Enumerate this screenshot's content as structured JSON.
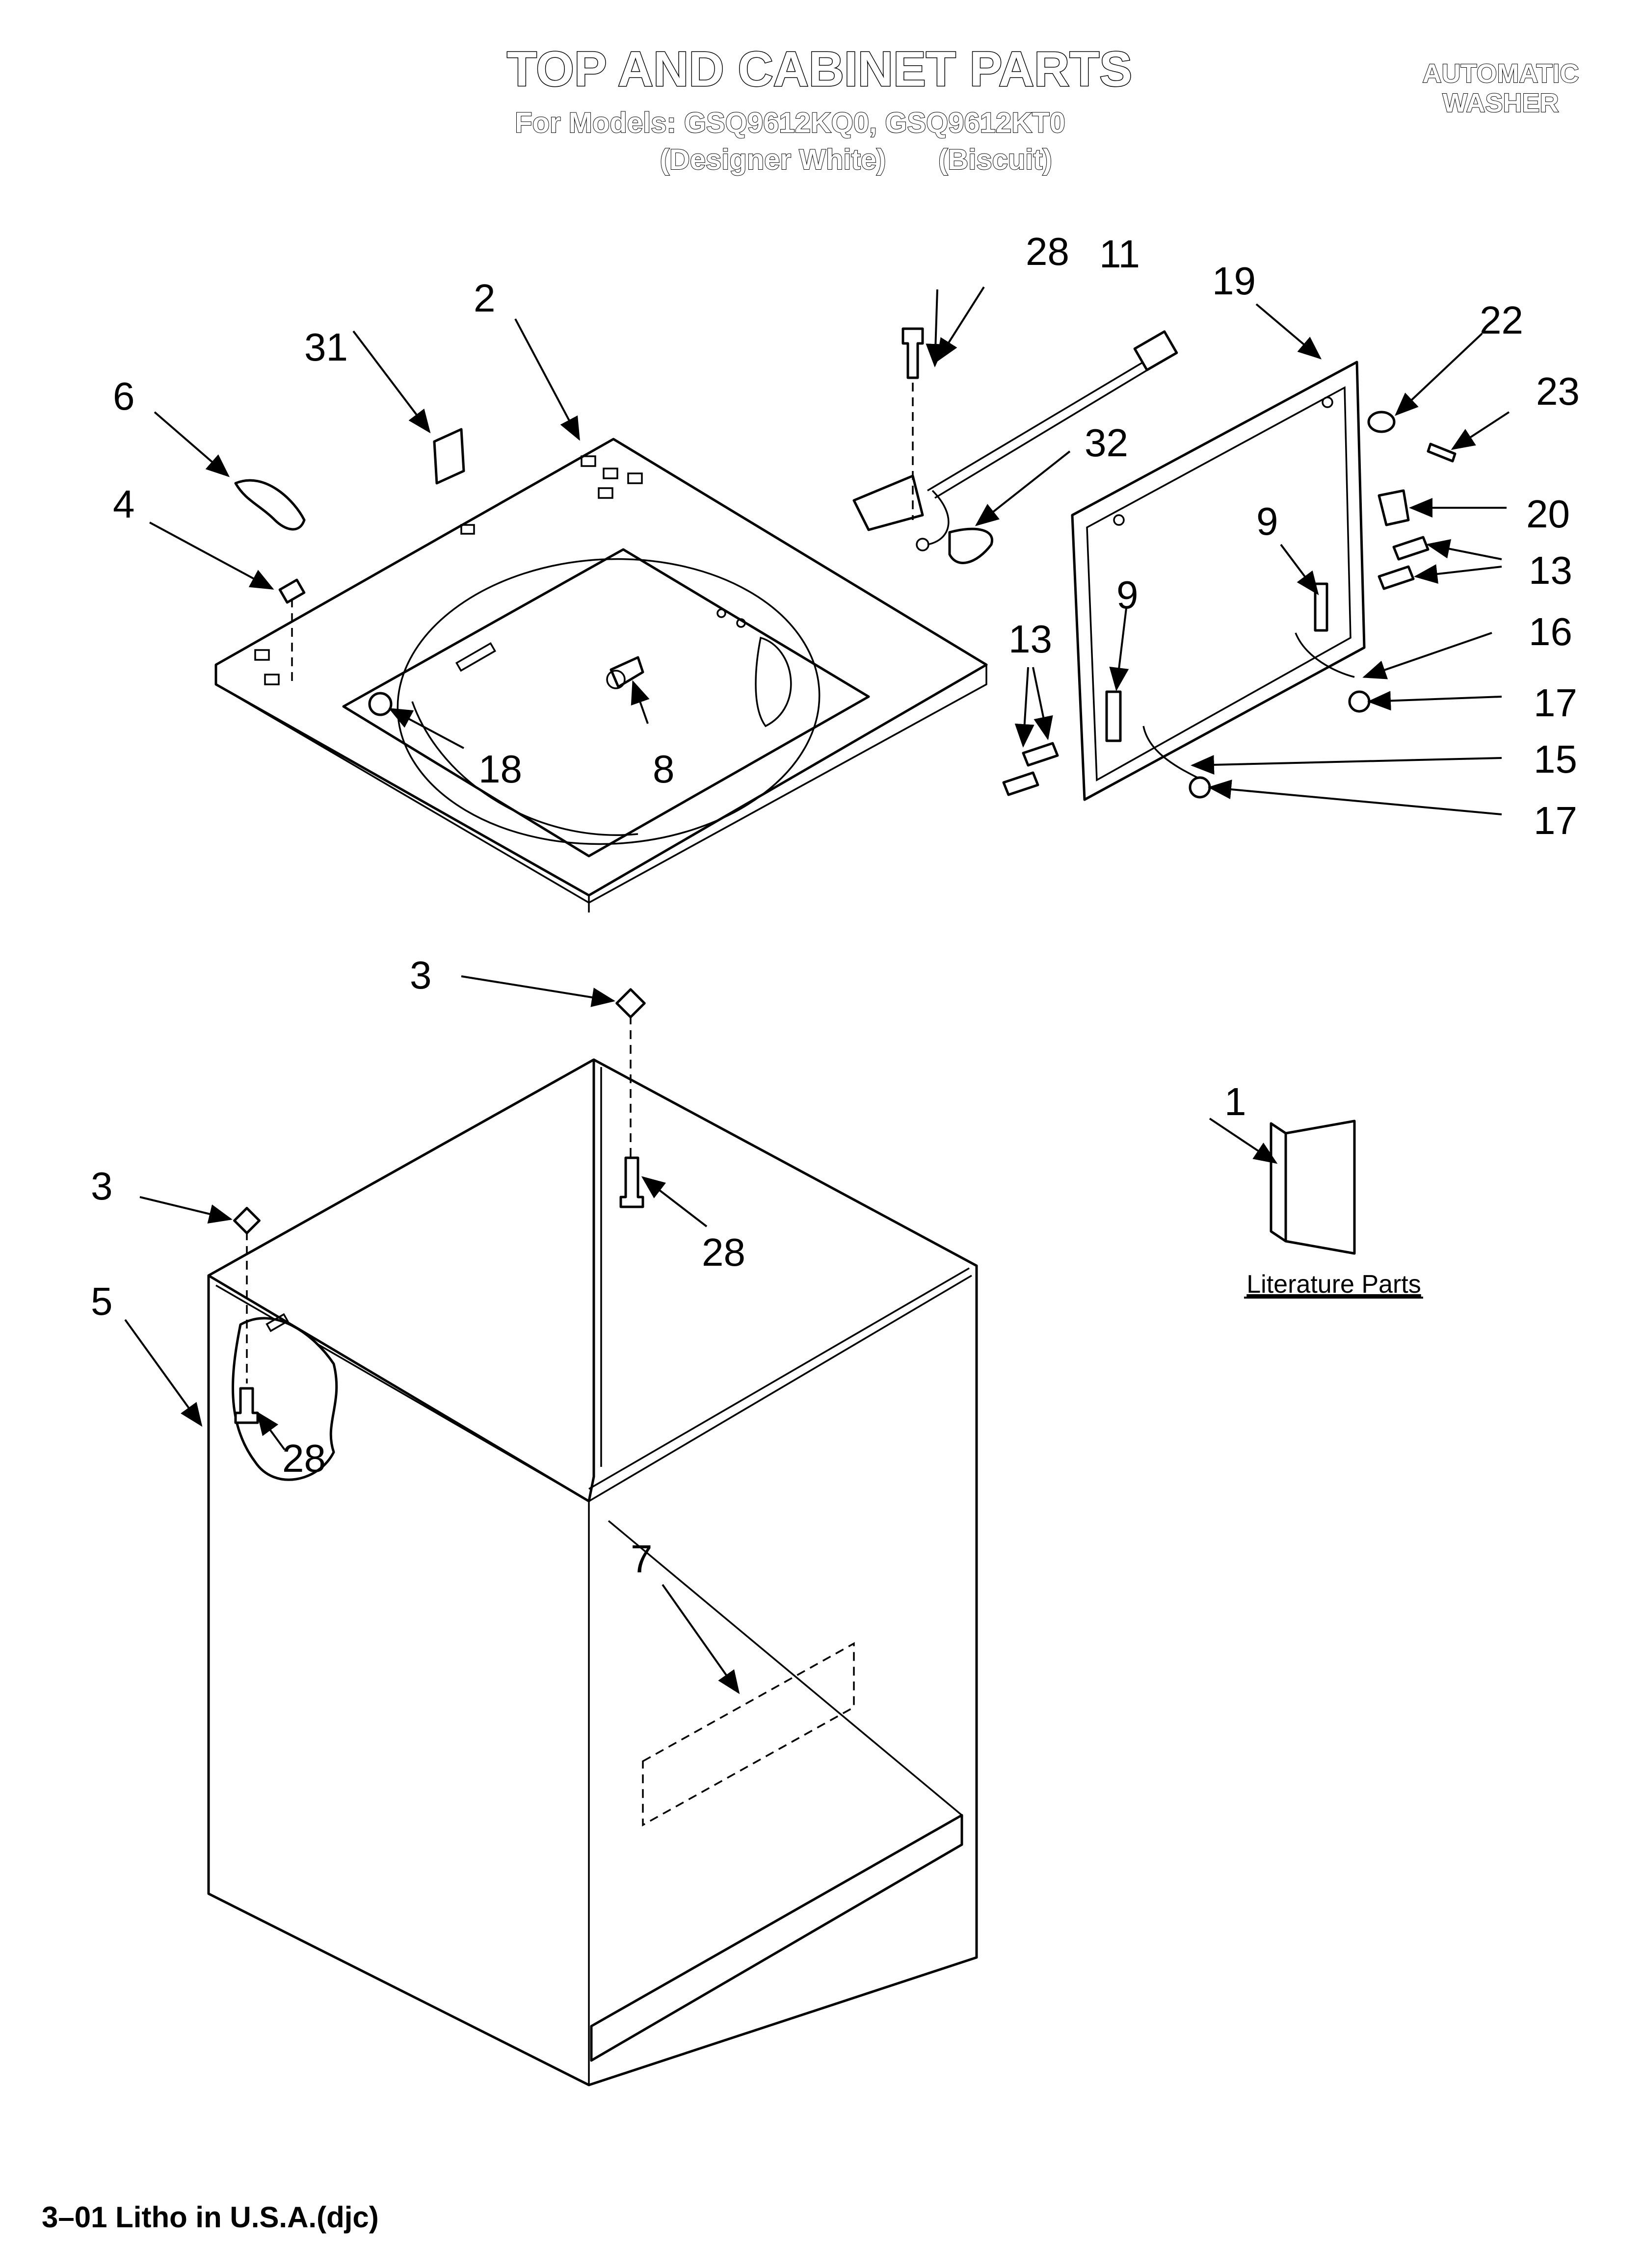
{
  "header": {
    "title": "TOP AND CABINET PARTS",
    "models_line": "For Models: GSQ9612KQ0, GSQ9612KT0",
    "colors_line_1": "(Designer White)",
    "colors_line_2": "(Biscuit)",
    "product_line_1": "AUTOMATIC",
    "product_line_2": "WASHER"
  },
  "callouts": {
    "c1": "1",
    "c2": "2",
    "c3a": "3",
    "c3b": "3",
    "c4": "4",
    "c5": "5",
    "c6": "6",
    "c7": "7",
    "c8": "8",
    "c9a": "9",
    "c9b": "9",
    "c11": "11",
    "c13a": "13",
    "c13b": "13",
    "c15": "15",
    "c16": "16",
    "c17a": "17",
    "c17b": "17",
    "c18": "18",
    "c19": "19",
    "c20": "20",
    "c22": "22",
    "c23": "23",
    "c28a": "28",
    "c28b": "28",
    "c28c": "28",
    "c31": "31",
    "c32": "32"
  },
  "literature": {
    "label": "Literature Parts"
  },
  "footer": {
    "litho": "3–01 Litho in U.S.A.(djc)"
  }
}
